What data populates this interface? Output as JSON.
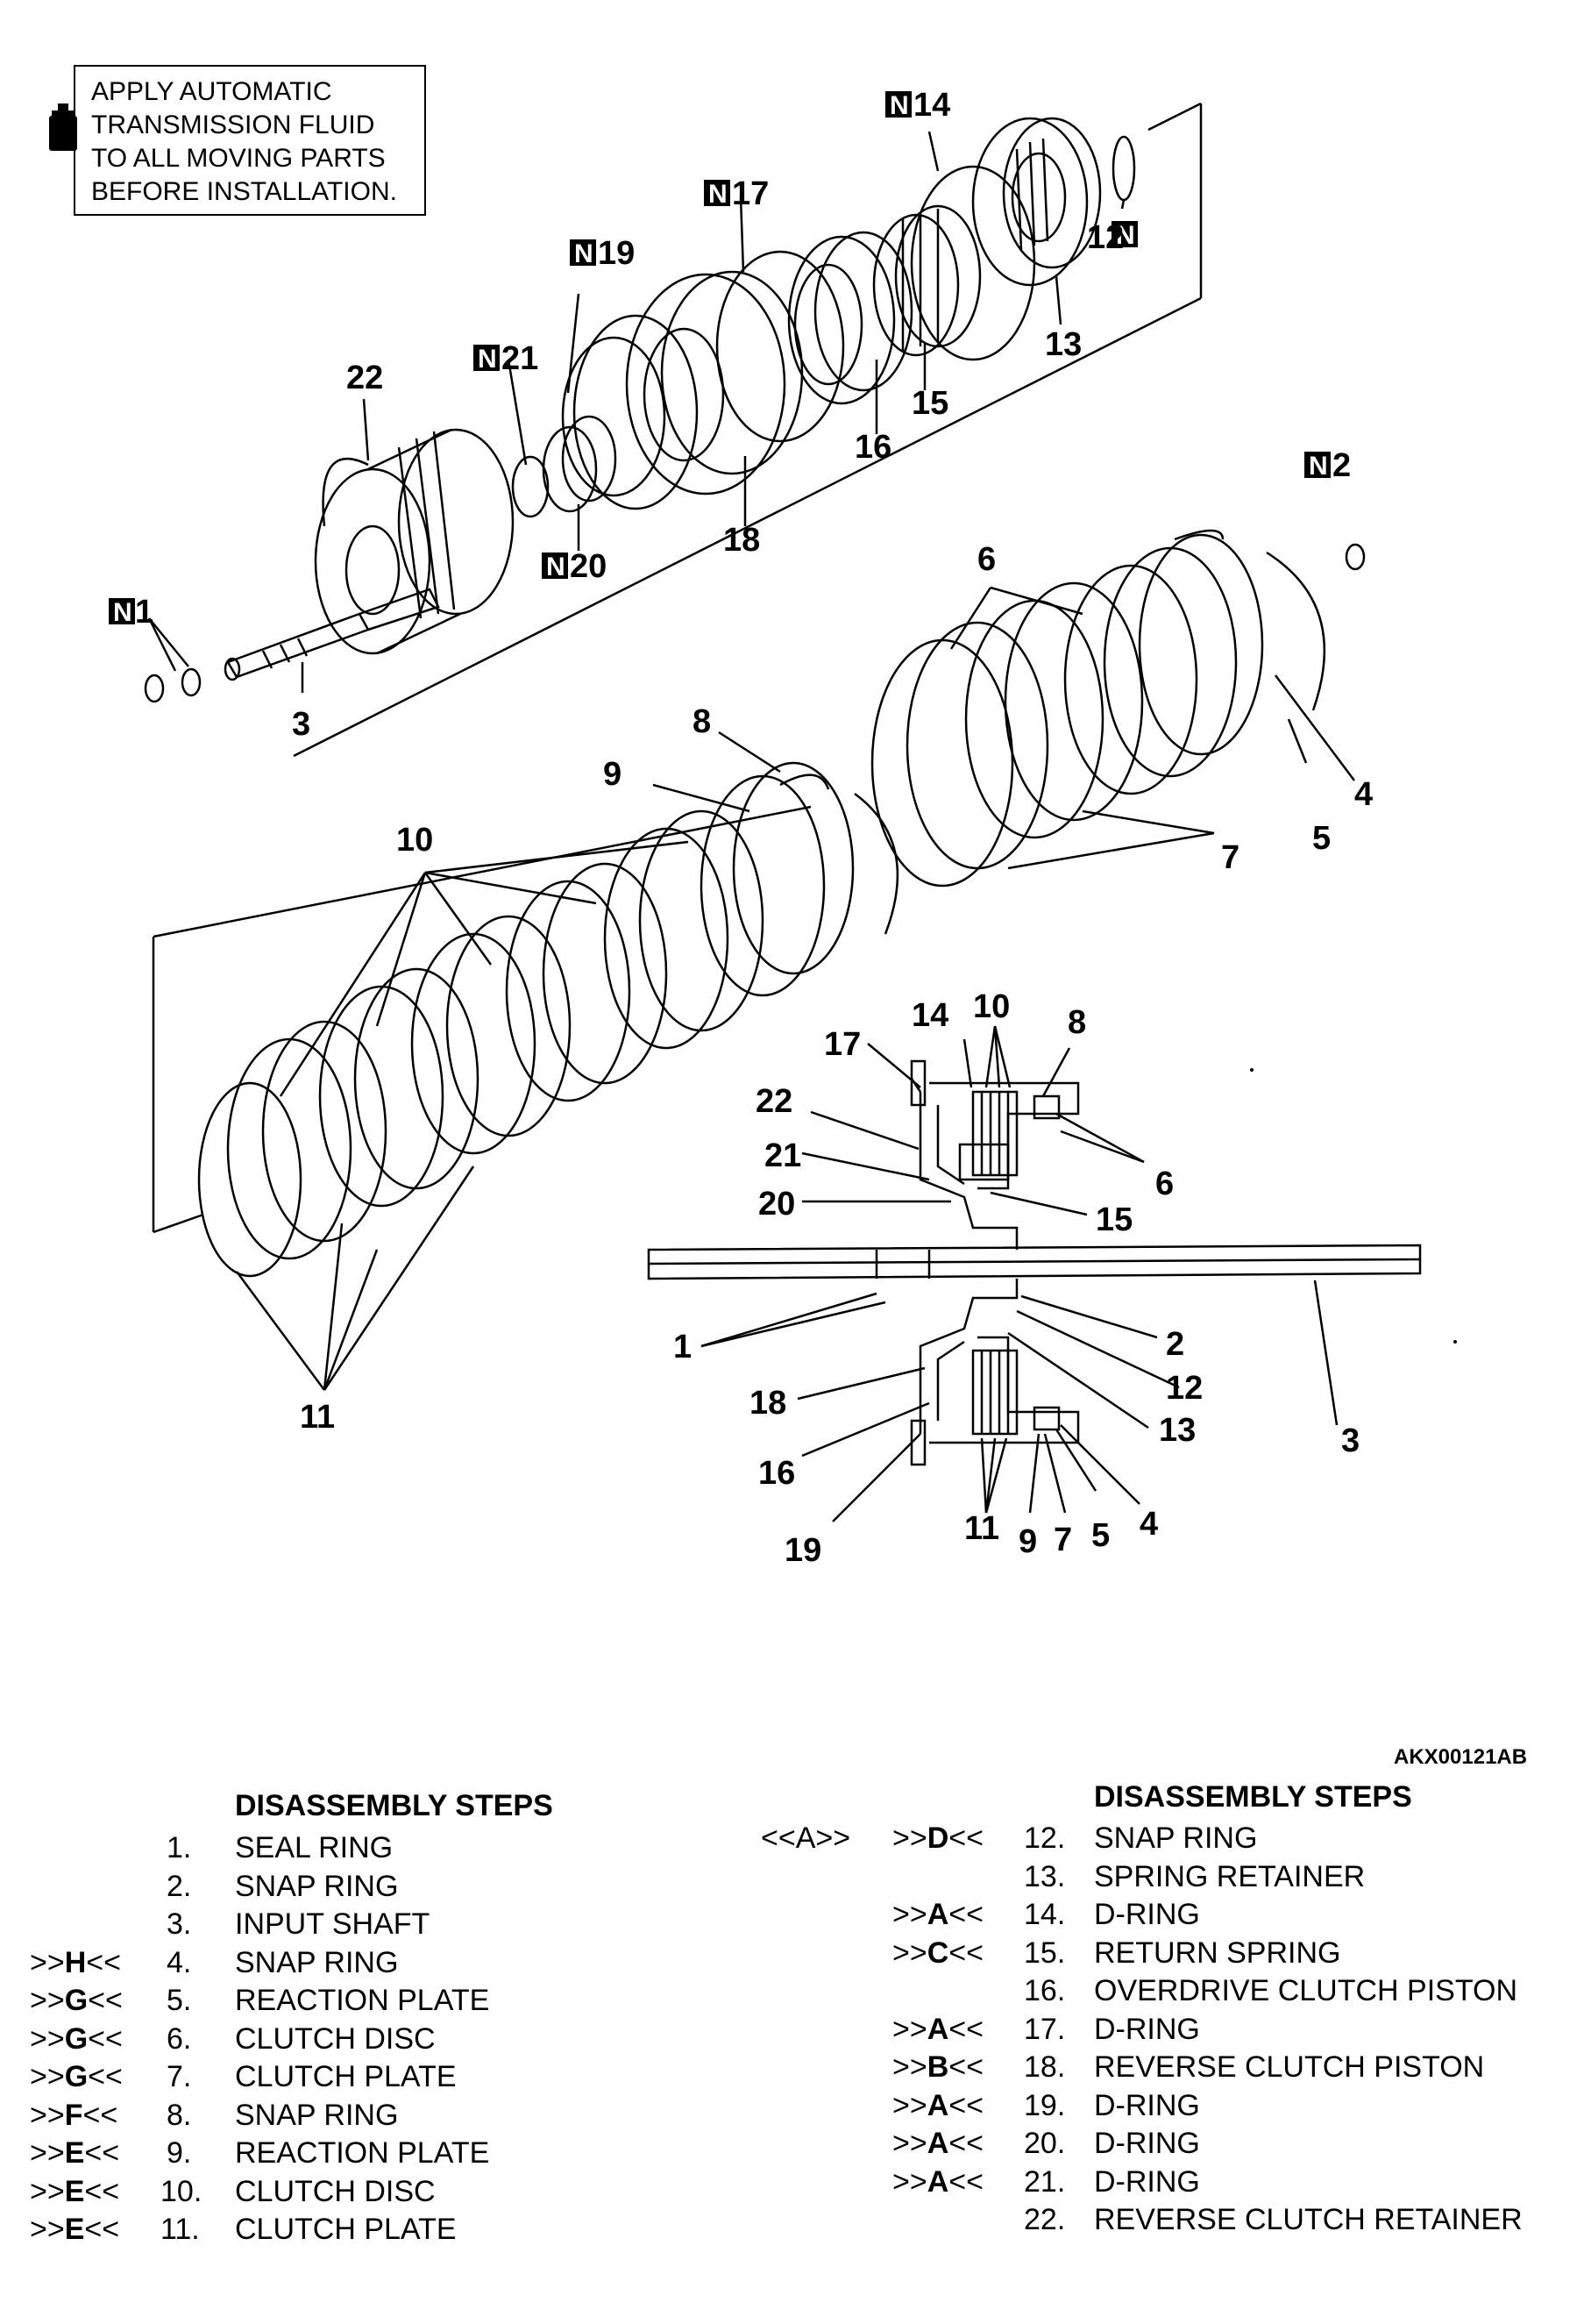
{
  "note": {
    "lines": [
      "APPLY AUTOMATIC",
      "TRANSMISSION FLUID",
      "TO ALL MOVING PARTS",
      "BEFORE INSTALLATION."
    ],
    "icon": "oil-can-icon"
  },
  "figure_code": "AKX00121AB",
  "new_part_marker": "N",
  "callouts": [
    "1",
    "2",
    "3",
    "4",
    "5",
    "6",
    "7",
    "8",
    "9",
    "10",
    "11",
    "12",
    "13",
    "14",
    "15",
    "16",
    "17",
    "18",
    "19",
    "20",
    "21",
    "22"
  ],
  "steps_left": {
    "title": "DISASSEMBLY STEPS",
    "rows": [
      {
        "pre": "",
        "mark": "",
        "post": "",
        "num": "1.",
        "name": "SEAL RING"
      },
      {
        "pre": "",
        "mark": "",
        "post": "",
        "num": "2.",
        "name": "SNAP RING"
      },
      {
        "pre": "",
        "mark": "",
        "post": "",
        "num": "3.",
        "name": "INPUT SHAFT"
      },
      {
        "pre": ">>",
        "mark": "H",
        "post": "<<",
        "num": "4.",
        "name": "SNAP RING"
      },
      {
        "pre": ">>",
        "mark": "G",
        "post": "<<",
        "num": "5.",
        "name": "REACTION PLATE"
      },
      {
        "pre": ">>",
        "mark": "G",
        "post": "<<",
        "num": "6.",
        "name": "CLUTCH DISC"
      },
      {
        "pre": ">>",
        "mark": "G",
        "post": "<<",
        "num": "7.",
        "name": "CLUTCH PLATE"
      },
      {
        "pre": ">>",
        "mark": "F",
        "post": "<<",
        "num": "8.",
        "name": "SNAP RING"
      },
      {
        "pre": ">>",
        "mark": "E",
        "post": "<<",
        "num": "9.",
        "name": "REACTION PLATE"
      },
      {
        "pre": ">>",
        "mark": "E",
        "post": "<<",
        "num": "10.",
        "name": "CLUTCH DISC"
      },
      {
        "pre": ">>",
        "mark": "E",
        "post": "<<",
        "num": "11.",
        "name": "CLUTCH PLATE"
      }
    ]
  },
  "steps_right": {
    "title": "DISASSEMBLY STEPS",
    "rows": [
      {
        "rem": "<<A>>",
        "pre": ">>",
        "mark": "D",
        "post": "<<",
        "num": "12.",
        "name": "SNAP RING"
      },
      {
        "rem": "",
        "pre": "",
        "mark": "",
        "post": "",
        "num": "13.",
        "name": "SPRING RETAINER"
      },
      {
        "rem": "",
        "pre": ">>",
        "mark": "A",
        "post": "<<",
        "num": "14.",
        "name": "D-RING"
      },
      {
        "rem": "",
        "pre": ">>",
        "mark": "C",
        "post": "<<",
        "num": "15.",
        "name": "RETURN SPRING"
      },
      {
        "rem": "",
        "pre": "",
        "mark": "",
        "post": "",
        "num": "16.",
        "name": "OVERDRIVE CLUTCH PISTON"
      },
      {
        "rem": "",
        "pre": ">>",
        "mark": "A",
        "post": "<<",
        "num": "17.",
        "name": "D-RING"
      },
      {
        "rem": "",
        "pre": ">>",
        "mark": "B",
        "post": "<<",
        "num": "18.",
        "name": "REVERSE CLUTCH PISTON"
      },
      {
        "rem": "",
        "pre": ">>",
        "mark": "A",
        "post": "<<",
        "num": "19.",
        "name": "D-RING"
      },
      {
        "rem": "",
        "pre": ">>",
        "mark": "A",
        "post": "<<",
        "num": "20.",
        "name": "D-RING"
      },
      {
        "rem": "",
        "pre": ">>",
        "mark": "A",
        "post": "<<",
        "num": "21.",
        "name": "D-RING"
      },
      {
        "rem": "",
        "pre": "",
        "mark": "",
        "post": "",
        "num": "22.",
        "name": "REVERSE CLUTCH RETAINER"
      }
    ]
  }
}
